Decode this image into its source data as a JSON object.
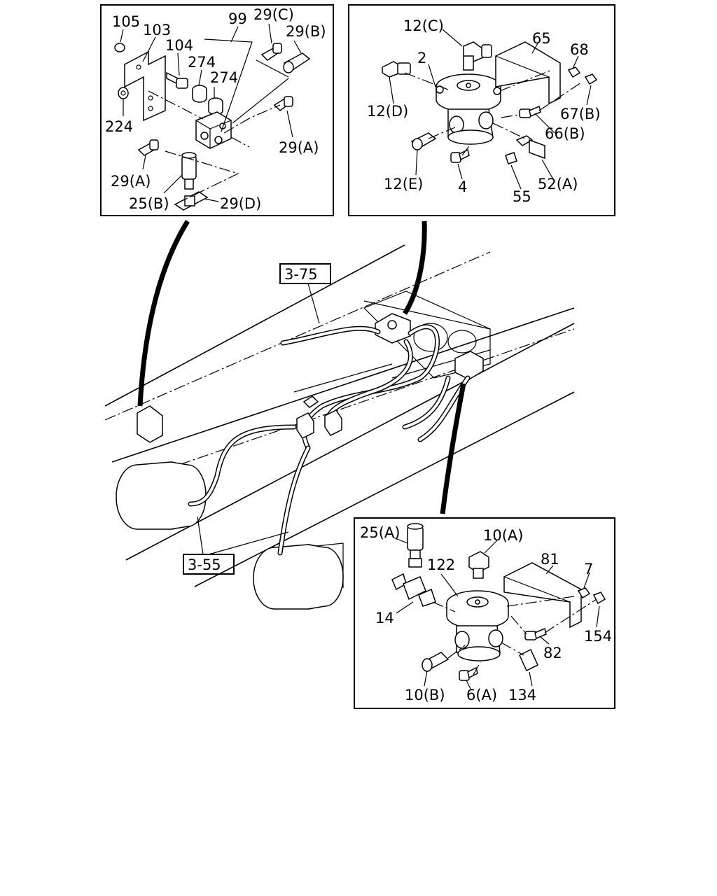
{
  "labels": {
    "l105": "105",
    "l103": "103",
    "l99": "99",
    "l29c_a": "29(C)",
    "l29b_a": "29(B)",
    "l104": "104",
    "l274_a": "274",
    "l274_b": "274",
    "l224": "224",
    "l29a_a": "29(A)",
    "l29a_b": "29(A)",
    "l25b": "25(B)",
    "l29d": "29(D)",
    "l12c": "12(C)",
    "l65": "65",
    "l2": "2",
    "l68": "68",
    "l12d": "12(D)",
    "l67b": "67(B)",
    "l66b": "66(B)",
    "l12e": "12(E)",
    "l4": "4",
    "l52a": "52(A)",
    "l55": "55",
    "ref375": "3-75",
    "ref355": "3-55",
    "l25a": "25(A)",
    "l10a": "10(A)",
    "l122": "122",
    "l81": "81",
    "l7": "7",
    "l14": "14",
    "l154": "154",
    "l82": "82",
    "l10b": "10(B)",
    "l6a": "6(A)",
    "l134": "134"
  },
  "colors": {
    "line": "#000000",
    "background": "#ffffff"
  }
}
